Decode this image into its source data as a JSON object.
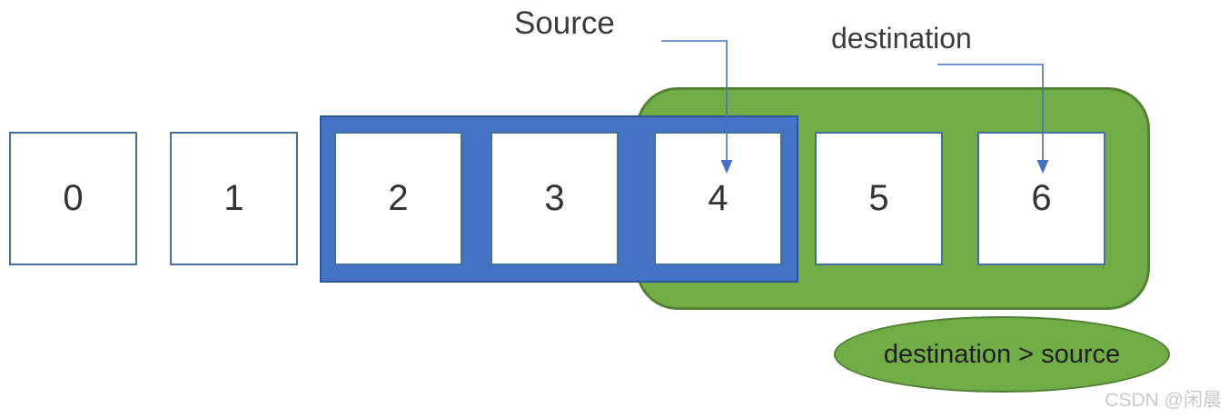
{
  "diagram": {
    "source_label": "Source",
    "destination_label": "destination",
    "conclusion_label": "destination > source",
    "watermark": "CSDN @闲晨"
  },
  "cells": [
    {
      "value": "0"
    },
    {
      "value": "1"
    },
    {
      "value": "2"
    },
    {
      "value": "3"
    },
    {
      "value": "4"
    },
    {
      "value": "5"
    },
    {
      "value": "6"
    }
  ],
  "colors": {
    "source_region_fill": "#4472C4",
    "source_region_border": "#2F5597",
    "destination_region_fill": "#70AD47",
    "destination_region_border": "#548235",
    "cell_border": "#41719C",
    "arrow": "#4472C4",
    "label_text": "#3B3B3B",
    "watermark_text": "#C9C9CB"
  }
}
